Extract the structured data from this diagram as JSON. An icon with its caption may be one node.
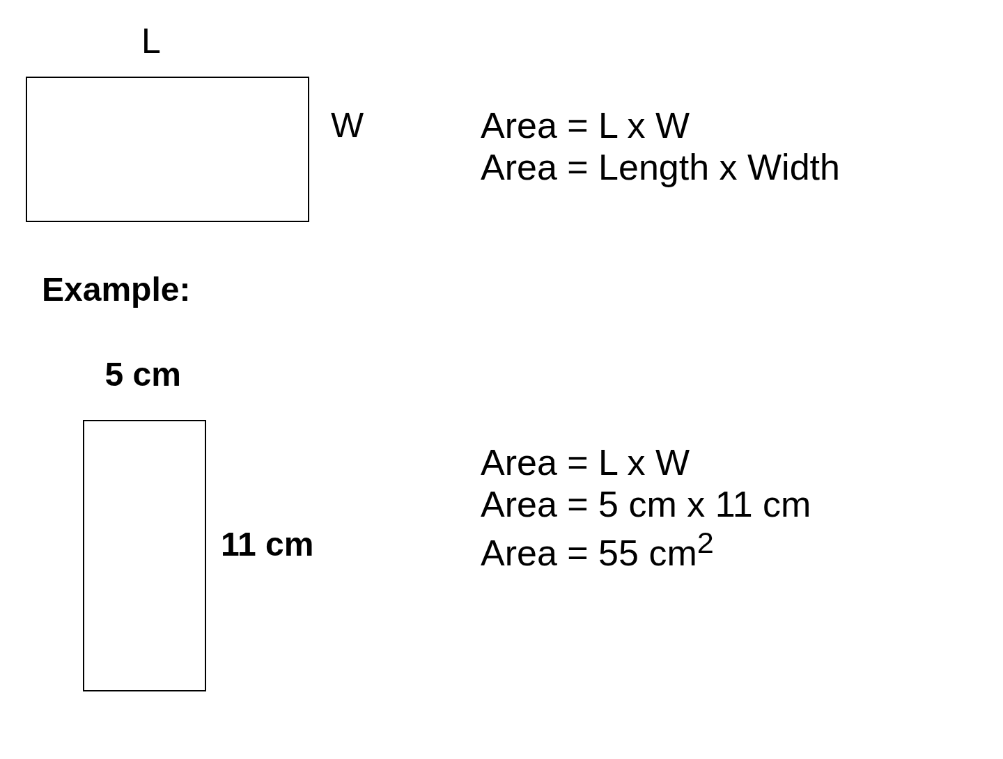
{
  "diagram": {
    "nodes": [
      {
        "text": [],
        "shape": "box",
        "beside": [
          "L",
          "W"
        ]
      },
      {
        "text": [],
        "shape": "box",
        "beside": [
          "5 cm",
          "11 cm"
        ]
      }
    ],
    "edges": [],
    "labels": [
      "Area = L x W",
      "Area = Length x Width",
      "Example:",
      "Area = L x W",
      "Area = 5 cm x 11 cm",
      "Area = 55 cm$^{2}$"
    ]
  }
}
